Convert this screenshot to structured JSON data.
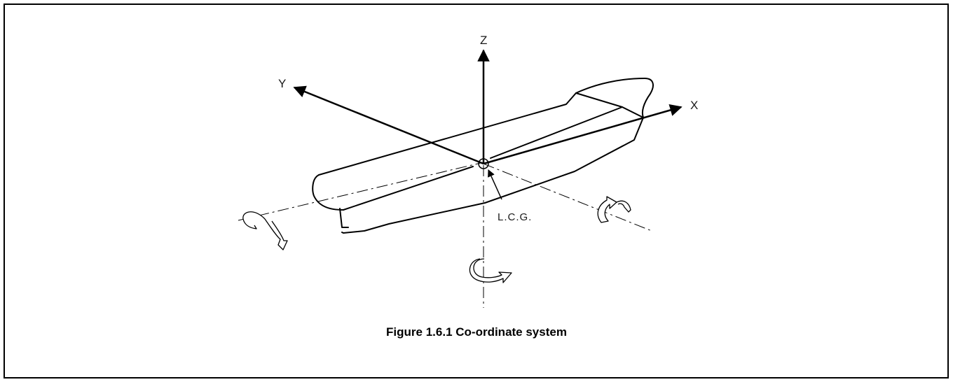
{
  "diagram": {
    "axes": {
      "x_label": "X",
      "y_label": "Y",
      "z_label": "Z"
    },
    "origin_label": "L.C.G.",
    "caption": "Figure 1.6.1 Co-ordinate system"
  },
  "colors": {
    "line": "#000000",
    "background": "#ffffff"
  }
}
